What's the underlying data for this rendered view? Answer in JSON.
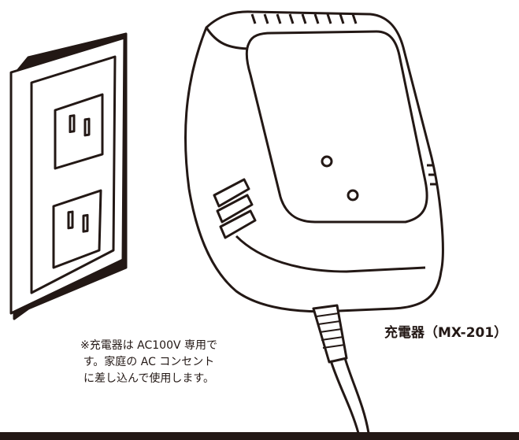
{
  "labels": {
    "charger_name": "充電器（MX-201）"
  },
  "note": {
    "lines": [
      "※充電器は AC100V 専用で",
      "す。家庭の AC コンセント",
      "に差し込んで使用します。"
    ]
  },
  "colors": {
    "ink": "#231815",
    "background": "#ffffff"
  }
}
